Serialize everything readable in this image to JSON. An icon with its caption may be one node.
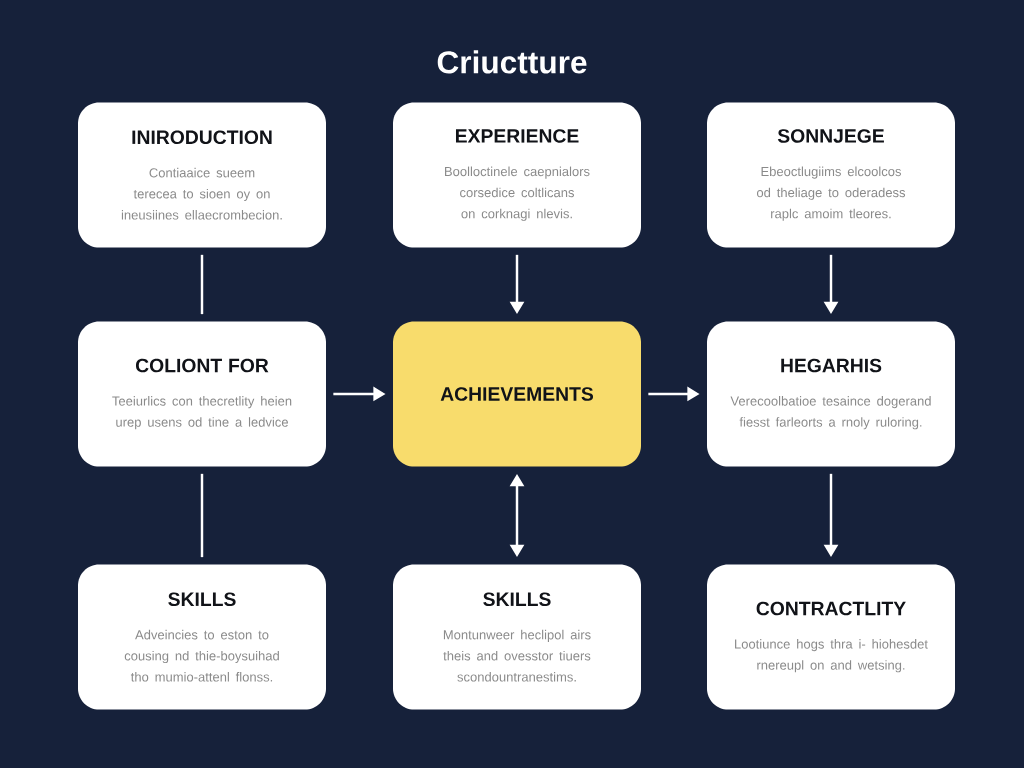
{
  "diagram": {
    "title": "Criuctture",
    "nodes": [
      {
        "text": [
          "INIRODUCTION",
          "Contiaaice sueem terecea to sioen oy on ineusiines ellaecrombecion."
        ]
      },
      {
        "text": [
          "EXPERIENCE",
          "Boolloctinele caepnialors corsedice coltlicans on corknagi nlevis."
        ]
      },
      {
        "text": [
          "SONNJEGE",
          "Ebeoctlugiims elcoolcos od theliage to oderadess raplc amoim tleores."
        ]
      },
      {
        "text": [
          "COLIONT FOR",
          "Teeiurlics con thecretlity heien urep usens od tine a ledvice"
        ]
      },
      {
        "text": [
          "ACHIEVEMENTS"
        ]
      },
      {
        "text": [
          "HEGARHIS",
          "Verecoolbatioe tesaince dogerand fiesst farleorts a rnoly ruloring."
        ]
      },
      {
        "text": [
          "SKILLS",
          "Adveincies to eston to cousing nd thie-boysuihad tho mumio-attenl flonss."
        ]
      },
      {
        "text": [
          "SKILLS",
          "Montunweer heclipol airs theis and ovesstor tiuers scondountranestims."
        ]
      },
      {
        "text": [
          "CONTRACTLITY",
          "Lootiunce hogs thra i- hiohesdet rnereupl on and wetsing."
        ]
      }
    ],
    "edges": [
      {
        "from": 0,
        "to": 3,
        "arrow": "none"
      },
      {
        "from": 1,
        "to": 4,
        "arrow": "to"
      },
      {
        "from": 2,
        "to": 5,
        "arrow": "to"
      },
      {
        "from": 3,
        "to": 4,
        "arrow": "to"
      },
      {
        "from": 4,
        "to": 5,
        "arrow": "to"
      },
      {
        "from": 3,
        "to": 6,
        "arrow": "none"
      },
      {
        "from": 4,
        "to": 7,
        "arrow": "both"
      },
      {
        "from": 5,
        "to": 8,
        "arrow": "to"
      }
    ]
  }
}
